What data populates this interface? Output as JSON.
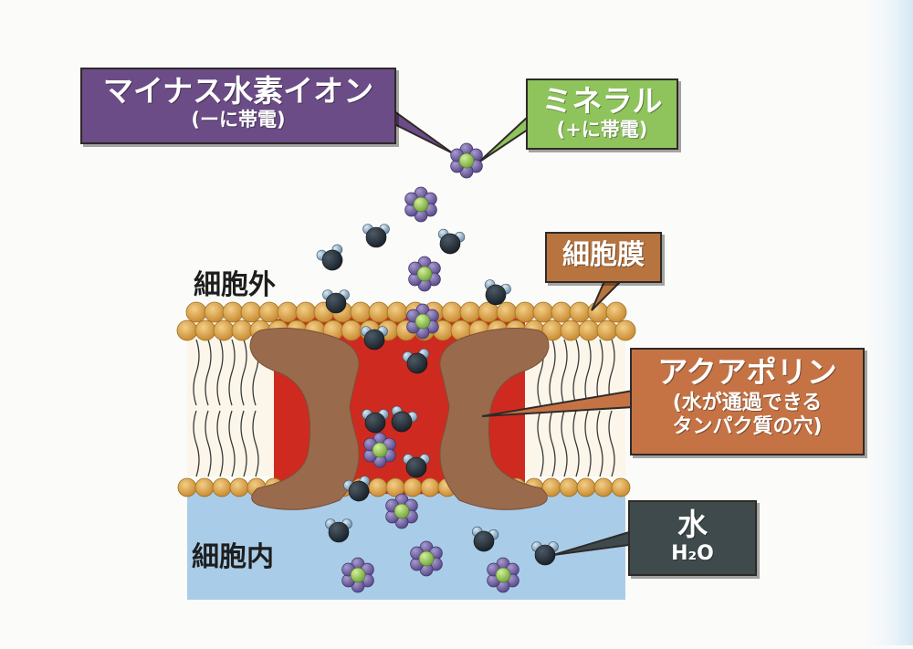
{
  "labels": {
    "hydrogen_ion": {
      "title": "マイナス水素イオン",
      "subtitle": "(ーに帯電)"
    },
    "mineral": {
      "title": "ミネラル",
      "subtitle": "(+に帯電)"
    },
    "membrane": {
      "title": "細胞膜"
    },
    "aquaporin": {
      "title": "アクアポリン",
      "subtitle_line1": "(水が通過できる",
      "subtitle_line2": "タンパク質の穴)"
    },
    "water": {
      "title": "水",
      "formula": "H₂O"
    }
  },
  "zones": {
    "outside": "細胞外",
    "inside": "細胞内"
  },
  "colors": {
    "hydrogen_box": "#6b4c86",
    "mineral_box": "#8fc35c",
    "membrane_box": "#b8743e",
    "aquaporin_box": "#c57345",
    "water_box": "#3e4a4c",
    "channel": "#cf2a20",
    "protein": "#9a6a4c",
    "lipid_head": "#dba24a",
    "cytoplasm": "#a9cde8"
  }
}
